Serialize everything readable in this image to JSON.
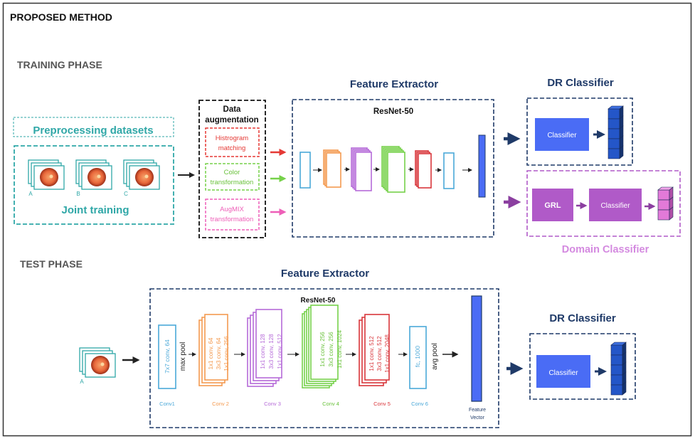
{
  "title": "PROPOSED METHOD",
  "training": {
    "phase_label": "TRAINING PHASE",
    "preprocessing_label": "Preprocessing datasets",
    "joint_training_label": "Joint training",
    "datasets": [
      "A",
      "B",
      "C"
    ],
    "augmentation": {
      "title_line1": "Data",
      "title_line2": "augmentation",
      "items": [
        {
          "line1": "Histrogram",
          "line2": "matching"
        },
        {
          "line1": "Color",
          "line2": "transformation"
        },
        {
          "line1": "AugMIX",
          "line2": "transformation"
        }
      ]
    },
    "feature_extractor_label": "Feature Extractor",
    "resnet_label": "ResNet-50",
    "dr_classifier_label": "DR Classifier",
    "classifier_label": "Classifier",
    "grl_label": "GRL",
    "domain_classifier_label": "Domain Classifier"
  },
  "test": {
    "phase_label": "TEST PHASE",
    "dataset": "A",
    "feature_extractor_label": "Feature Extractor",
    "resnet_label": "ResNet-50",
    "conv1": {
      "text": "7x7 conv, 64",
      "name": "Conv1"
    },
    "max_pool": "max pool",
    "conv2": {
      "lines": [
        "1x1 conv, 64",
        "3x3 conv, 64",
        "1x1 conv, 256"
      ],
      "name": "Conv 2"
    },
    "conv3": {
      "lines": [
        "1x1 conv, 128",
        "3x3 conv, 128",
        "1x1 conv, 512"
      ],
      "name": "Conv 3"
    },
    "conv4": {
      "lines": [
        "1x1 conv, 256",
        "3x3 conv, 256",
        "1x1 conv, 1024"
      ],
      "name": "Conv 4"
    },
    "conv5": {
      "lines": [
        "1x1 conv, 512",
        "3x3 conv, 512",
        "1x1 conv, 2048"
      ],
      "name": "Conv 5"
    },
    "conv6": {
      "text": "fc, 1000",
      "name": "Conv 6"
    },
    "avg_pool": "avg pool",
    "feature_vector_line1": "Feature",
    "feature_vector_line2": "Vector",
    "dr_classifier_label": "DR Classifier",
    "classifier_label": "Classifier"
  },
  "colors": {
    "teal": "#2fa7a7",
    "navy": "#1f3a68",
    "blue": "#4a6cf5",
    "purple": "#b05ac8",
    "red": "#d9363b",
    "green": "#76d14a",
    "pink": "#ee5fb8",
    "orange": "#f49a50",
    "violet": "#b56ad8",
    "lightblue": "#4aa8d8"
  }
}
